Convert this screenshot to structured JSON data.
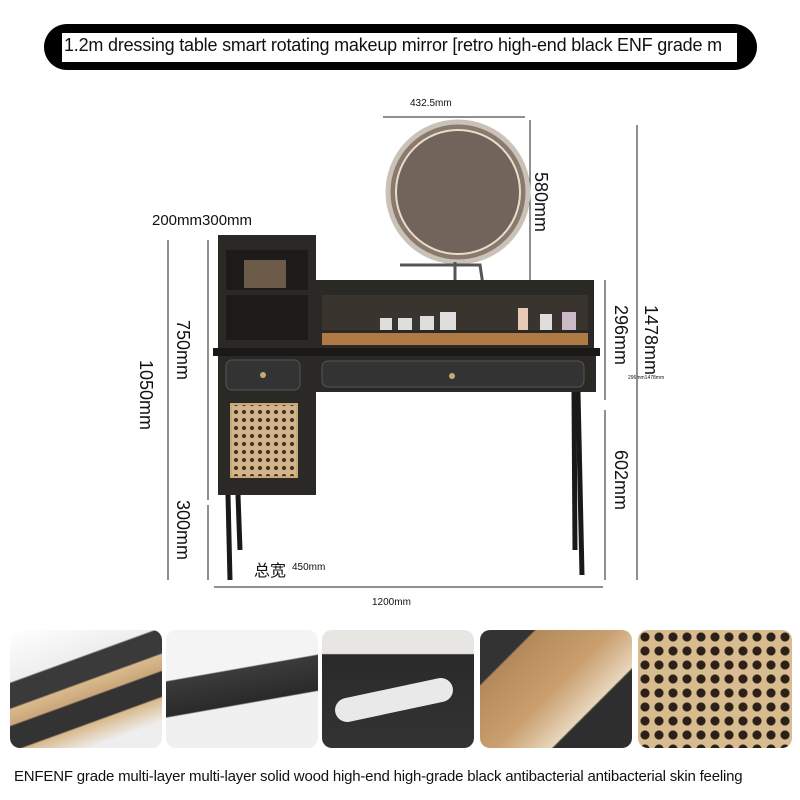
{
  "title": "1.2m dressing table   smart rotating makeup mirror [retro high-end black   ENF grade m",
  "dimensions": {
    "mirror_width": "432.5mm",
    "mirror_height": "580mm",
    "cabinet_widths": "200mm300mm",
    "cabinet_height": "750mm",
    "total_cabinet_height": "1050mm",
    "leg_height_left": "300mm",
    "upper_shelf_height": "296mm",
    "total_height": "1478mm",
    "small_note": "296mm1478mm",
    "desk_leg_height": "602mm",
    "total_width_label": "总宽",
    "depth": "450mm",
    "total_width": "1200mm"
  },
  "thumbnails": [
    {
      "name": "multi-layer-wood-board"
    },
    {
      "name": "black-panel-edge"
    },
    {
      "name": "power-strip"
    },
    {
      "name": "drawer-organizer"
    },
    {
      "name": "rattan-weave"
    }
  ],
  "caption": "ENFENF grade multi-layer multi-layer solid wood high-end high-grade black antibacterial antibacterial skin feeling",
  "colors": {
    "furniture": "#2b2926",
    "rattan": "#c9a878",
    "wood": "#d9b98c"
  }
}
